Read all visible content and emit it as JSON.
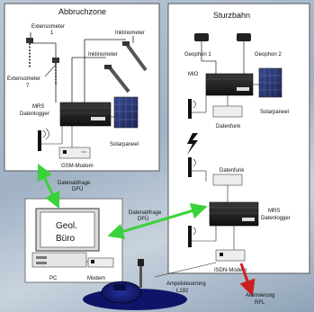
{
  "zones": {
    "left_title": "Abbruchzone",
    "right_title": "Sturzbahn"
  },
  "left": {
    "extensometer1": [
      "Extensometer",
      "1"
    ],
    "extensometer7": [
      "Extensometer",
      "7"
    ],
    "inklinometer1": "Inklinometer",
    "inklinometer2": "Inklinometer",
    "datenlogger": [
      "MRS",
      "Datenlogger"
    ],
    "solar": "Solarpaneel",
    "gsm": "GSM-Modem"
  },
  "right": {
    "geophon1": "Geophon 1",
    "geophon2": "Geophon 2",
    "mio": "MIO",
    "solar": "Solarpaneel",
    "datenfunk1": "Datenfunk",
    "datenfunk2": "Datenfunk",
    "datenlogger": [
      "MRS",
      "Datenlogger"
    ],
    "isdn": "ISDN-Modem"
  },
  "office": {
    "screen": [
      "Geol.",
      "Büro"
    ],
    "pc": "PC",
    "modem": "Modem"
  },
  "links": {
    "dfu_left": [
      "Datenabfrage",
      "DFÜ"
    ],
    "dfu_mid": [
      "Datenabfrage",
      "DFÜ"
    ]
  },
  "bottom": {
    "ampel": [
      "Ampelsteuerung",
      "L192"
    ],
    "alarm": [
      "Alarmierung",
      "RFL"
    ]
  },
  "colors": {
    "link_arrow": "#3ad23a",
    "alarm_arrow": "#cc1f1f",
    "panel": "#ffffff",
    "device": "#1e1e1e"
  }
}
